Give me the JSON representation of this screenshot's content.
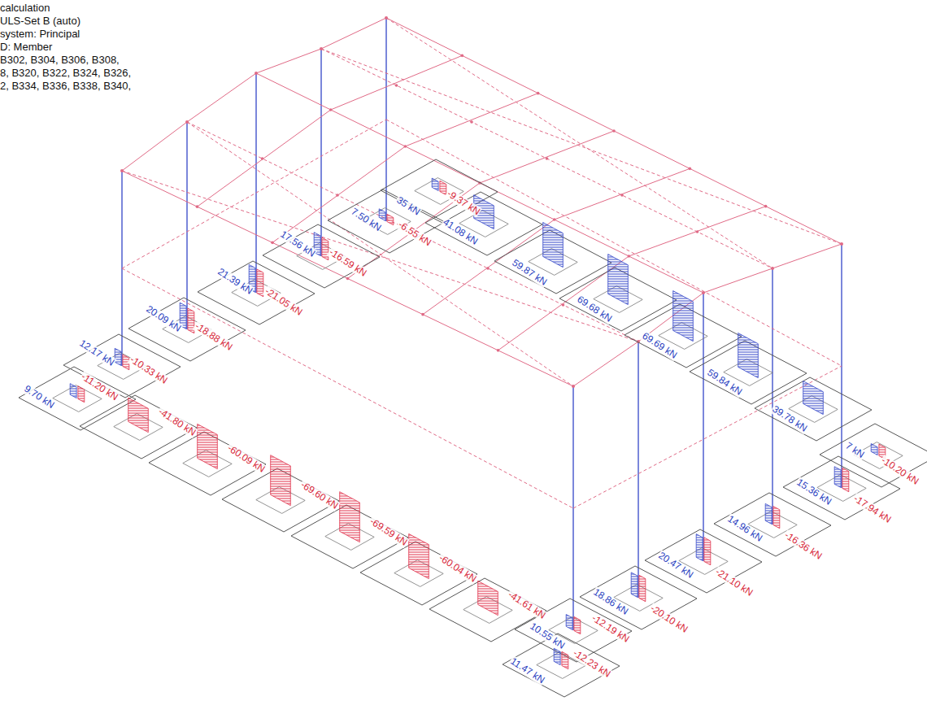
{
  "diagram": {
    "labels": [
      "calculation",
      "ULS-Set B (auto)",
      "system: Principal",
      "D: Member",
      "B302, B304, B306, B308,",
      "8, B320, B322, B324, B326,",
      "2, B334, B336, B338, B340,",
      "7.50 kN",
      "35 kN",
      "-9.37 kN",
      "-6.55 kN",
      "17.56 kN",
      "-16.59 kN",
      "21.39 kN",
      "-21.05 kN",
      "20.09 kN",
      "-18.88 kN",
      "12.17 kN",
      "-10.33 kN",
      "9.70 kN",
      "-11.20 kN",
      "-41.80 kN",
      "-60.09 kN",
      "-69.60 kN",
      "-69.59 kN",
      "-60.04 kN",
      "-41.61 kN",
      "10.55 kN",
      "-12.19 kN",
      "11.47 kN",
      "-12.23 kN",
      "18.86 kN",
      "-20.10 kN",
      "20.47 kN",
      "-21.10 kN",
      "14.96 kN",
      "-16.36 kN",
      "15.36 kN",
      "7 kN",
      "-17.94 kN",
      "-10.20 kN",
      "41.08 kN",
      "59.87 kN",
      "69.68 kN",
      "69.69 kN",
      "59.84 kN",
      "39.78 kN"
    ]
  }
}
